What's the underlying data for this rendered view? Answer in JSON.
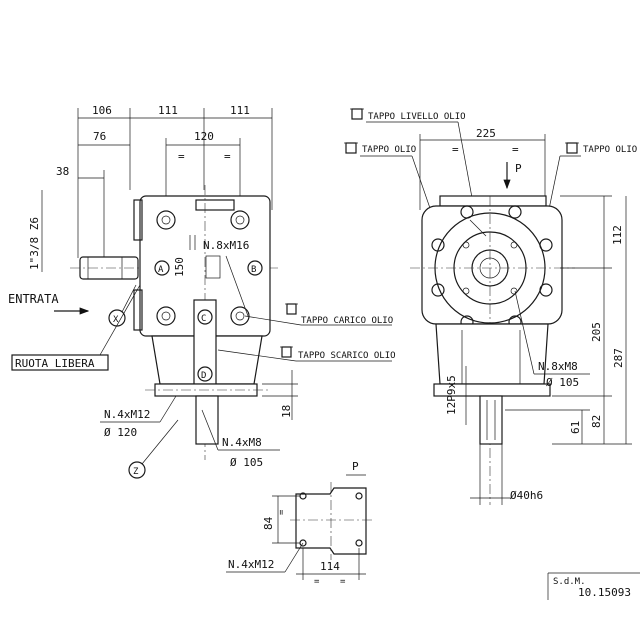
{
  "dims_left": {
    "d106": "106",
    "d111a": "111",
    "d111b": "111",
    "d120": "120",
    "d76": "76",
    "d38": "38",
    "thread": "1\"3/8 Z6",
    "d150": "150",
    "d18": "18",
    "eq": "="
  },
  "labels_left": {
    "entrata": "ENTRATA",
    "ruota_libera": "RUOTA LIBERA",
    "x": "X",
    "z": "Z",
    "a": "A",
    "b": "B",
    "c": "C",
    "d": "D",
    "n8m16": "N.8xM16",
    "tappo_carico": "TAPPO CARICO OLIO",
    "tappo_scarico": "TAPPO SCARICO OLIO",
    "n4m12": "N.4xM12",
    "phi120": "Ø 120",
    "n4m8": "N.4xM8",
    "phi105": "Ø  105"
  },
  "dims_right": {
    "d225": "225",
    "p": "P",
    "d112": "112",
    "d205": "205",
    "d287": "287",
    "d82": "82",
    "d61": "61",
    "keyway": "12P9x5",
    "shaft": "Ø40h6",
    "n8m8": "N.8xM8",
    "phi105": "Ø  105",
    "eq": "="
  },
  "labels_right": {
    "tappo_livello": "TAPPO LIVELLO OLIO",
    "tappo_olio_l": "TAPPO OLIO",
    "tappo_olio_r": "TAPPO OLIO"
  },
  "bottom_view": {
    "p": "P",
    "d84": "84",
    "d114": "114",
    "n4m12": "N.4xM12",
    "eq": "="
  },
  "title_block": {
    "sdm": "S.d.M.",
    "code": "10.15093"
  }
}
